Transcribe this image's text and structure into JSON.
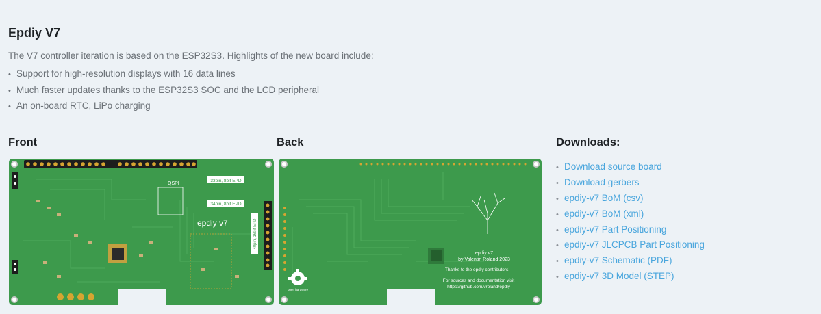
{
  "section": {
    "title": "Epdiy V7",
    "intro": "The V7 controller iteration is based on the ESP32S3. Highlights of the new board include:",
    "highlights": [
      "Support for high-resolution displays with 16 data lines",
      "Much faster updates thanks to the ESP32S3 SOC and the LCD peripheral",
      "An on-board RTC, LiPo charging"
    ]
  },
  "front": {
    "heading": "Front",
    "board_label": "epdiy v7",
    "conn_top": "33pin, 8bit EPD",
    "conn_mid": "34pin, 8bit EPD",
    "conn_side": "40pin, 16bit EPD",
    "chip_label": "QSPI"
  },
  "back": {
    "heading": "Back",
    "line1": "epdiy v7",
    "line2": "by Valentin Roland 2023",
    "line3": "Thanks to the epdiy contributors!",
    "line4": "For sources and documentation visit",
    "line5": "https://github.com/vroland/epdiy",
    "oshw": "open hardware"
  },
  "downloads": {
    "heading": "Downloads:",
    "links": [
      "Download source board",
      "Download gerbers",
      "epdiy-v7 BoM (csv)",
      "epdiy-v7 BoM (xml)",
      "epdiy-v7 Part Positioning",
      "epdiy-v7 JLCPCB Part Positioning",
      "epdiy-v7 Schematic (PDF)",
      "epdiy-v7 3D Model (STEP)"
    ]
  },
  "colors": {
    "background": "#edf2f6",
    "pcb": "#3d9a4c",
    "pcb_trace": "#4aab59",
    "link": "#4aa6dd"
  }
}
